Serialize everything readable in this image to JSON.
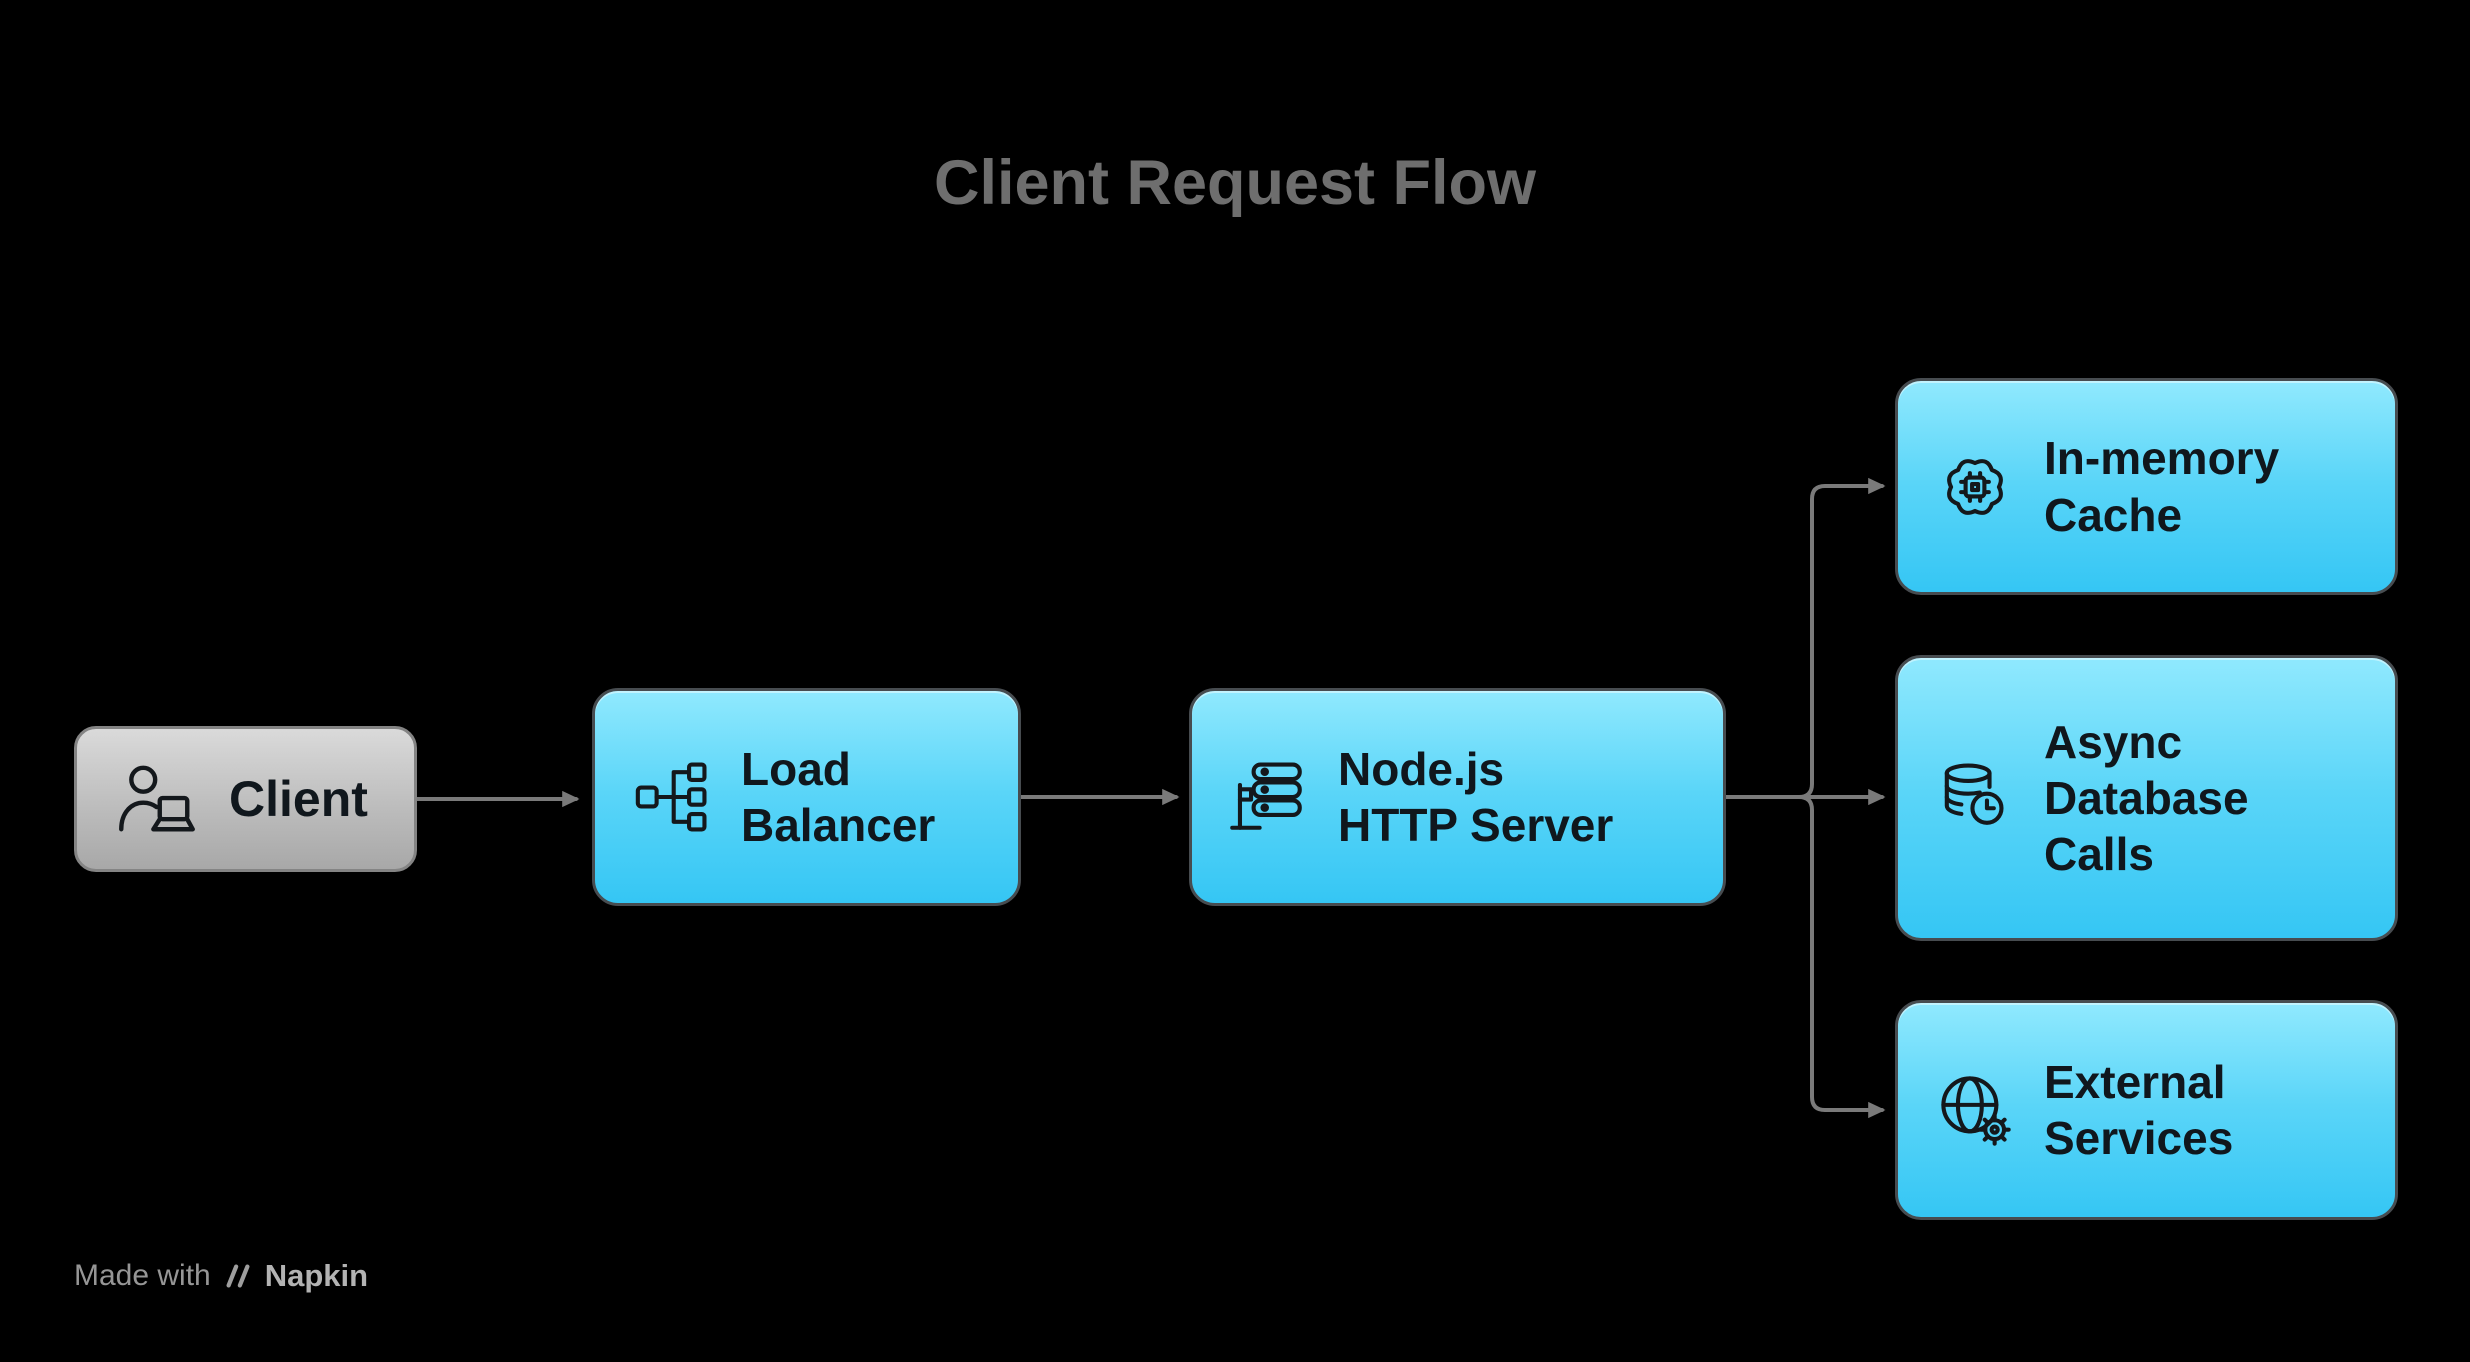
{
  "title": "Client Request Flow",
  "diagram": {
    "nodes": {
      "client": {
        "label": "Client",
        "icon": "person-laptop-icon",
        "variant": "gray"
      },
      "load_balancer": {
        "label": "Load\nBalancer",
        "icon": "load-balancer-icon",
        "variant": "cyan"
      },
      "nodejs_http_server": {
        "label": "Node.js\nHTTP Server",
        "icon": "server-stack-icon",
        "variant": "cyan"
      },
      "in_memory_cache": {
        "label": "In-memory\nCache",
        "icon": "chip-icon",
        "variant": "cyan"
      },
      "async_database_calls": {
        "label": "Async\nDatabase\nCalls",
        "icon": "database-clock-icon",
        "variant": "cyan"
      },
      "external_services": {
        "label": "External\nServices",
        "icon": "globe-gear-icon",
        "variant": "cyan"
      }
    },
    "edges": [
      {
        "from": "client",
        "to": "load_balancer"
      },
      {
        "from": "load_balancer",
        "to": "nodejs_http_server"
      },
      {
        "from": "nodejs_http_server",
        "to": "in_memory_cache"
      },
      {
        "from": "nodejs_http_server",
        "to": "async_database_calls"
      },
      {
        "from": "nodejs_http_server",
        "to": "external_services"
      }
    ]
  },
  "colors": {
    "background": "#000000",
    "title_text": "#6e6e6e",
    "node_text": "#10171d",
    "node_cyan_top": "#90e9fe",
    "node_cyan_bottom": "#35c6f4",
    "node_gray_top": "#dadada",
    "node_gray_bottom": "#a8a8a8",
    "arrow": "#7a7a7a",
    "footer_text": "#969696"
  },
  "footer": {
    "made_with": "Made with",
    "brand": "Napkin"
  }
}
